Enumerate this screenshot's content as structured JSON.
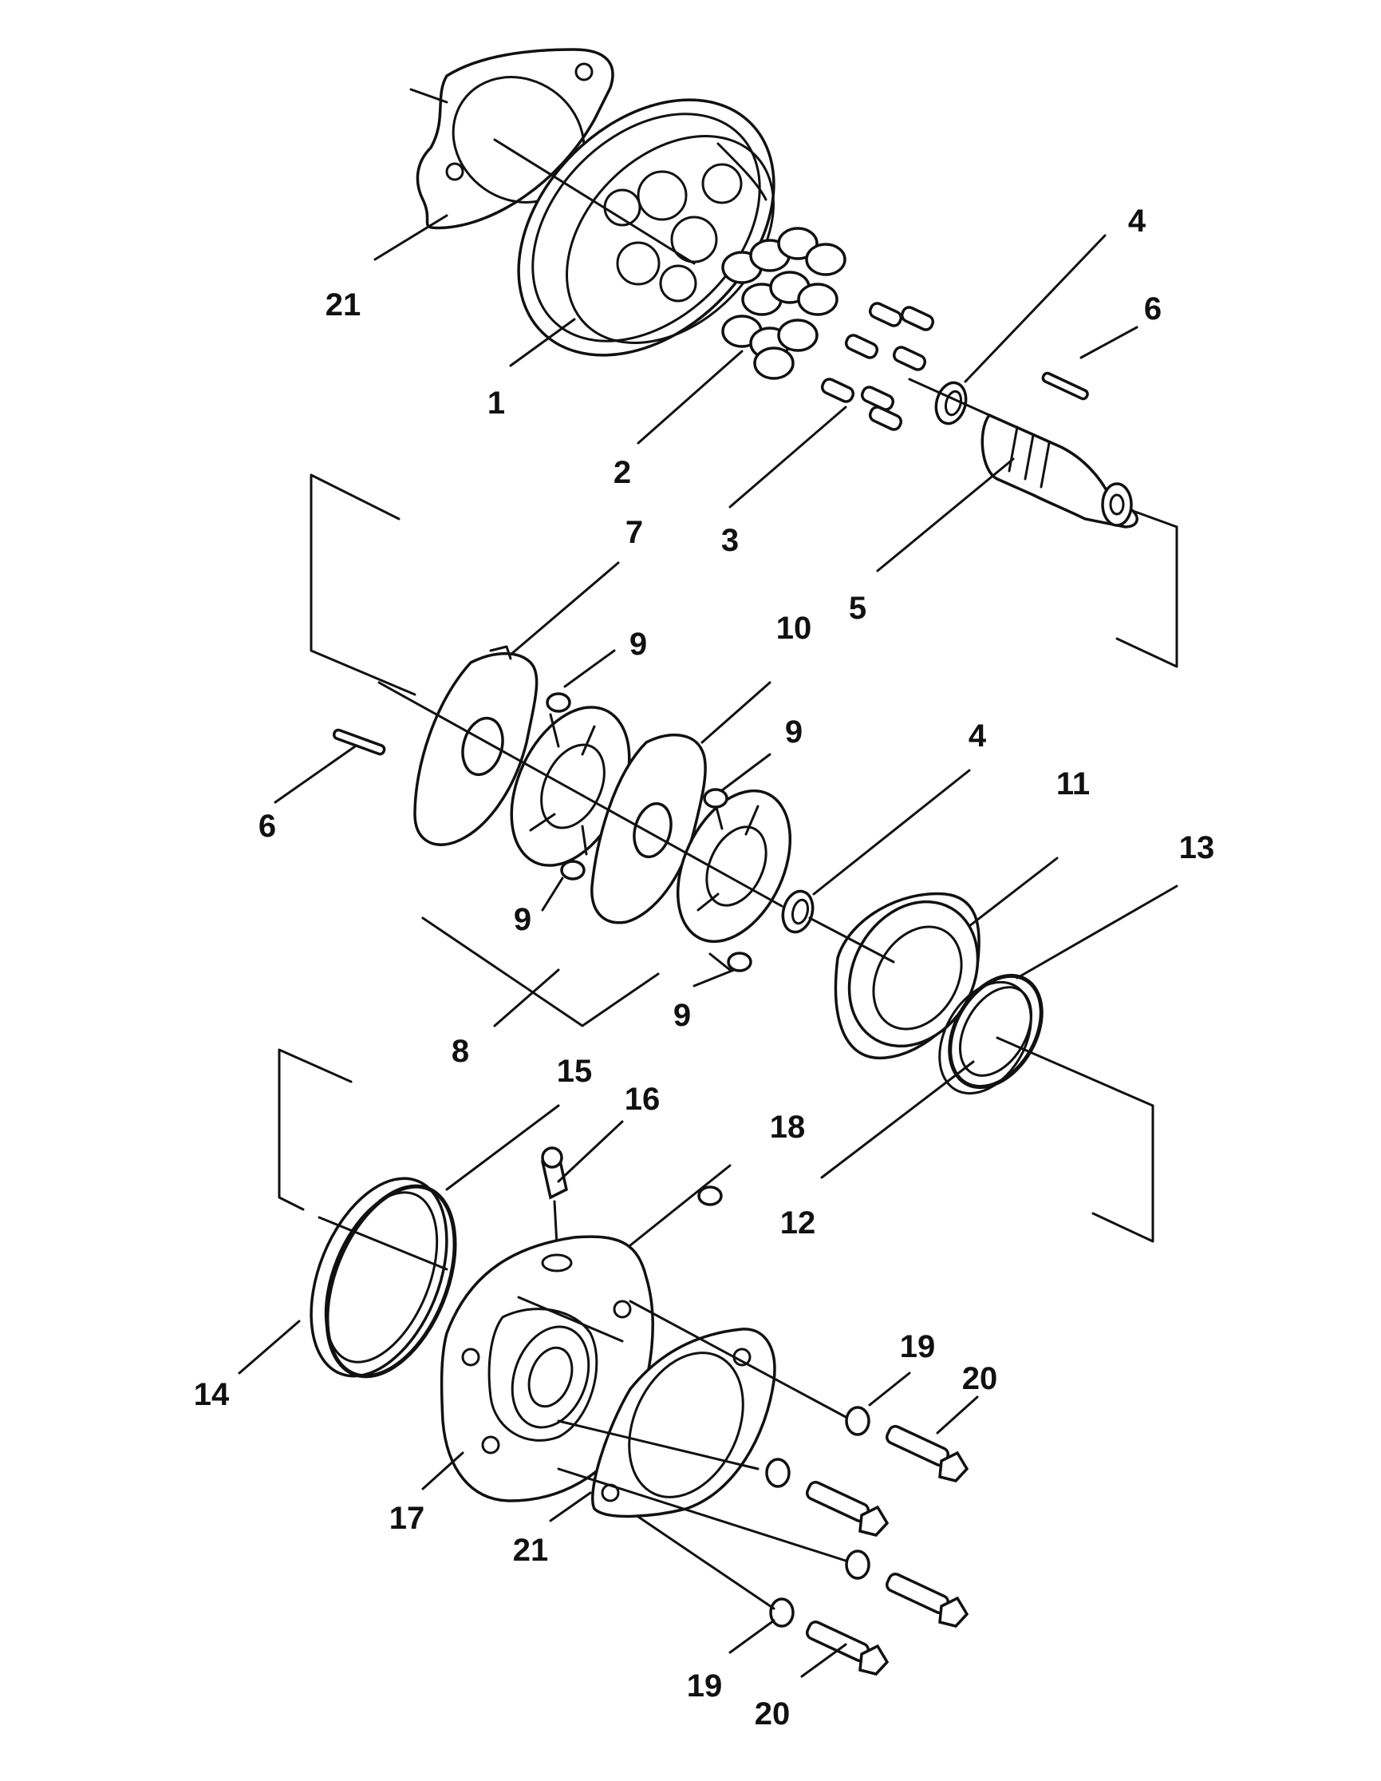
{
  "callouts": {
    "c1": "1",
    "c2": "2",
    "c3": "3",
    "c4a": "4",
    "c4b": "4",
    "c5": "5",
    "c6a": "6",
    "c6b": "6",
    "c7": "7",
    "c8": "8",
    "c9a": "9",
    "c9b": "9",
    "c9c": "9",
    "c9d": "9",
    "c10": "10",
    "c11": "11",
    "c12": "12",
    "c13": "13",
    "c14": "14",
    "c15": "15",
    "c16": "16",
    "c17": "17",
    "c18": "18",
    "c19a": "19",
    "c19b": "19",
    "c20a": "20",
    "c20b": "20",
    "c21a": "21",
    "c21b": "21"
  }
}
